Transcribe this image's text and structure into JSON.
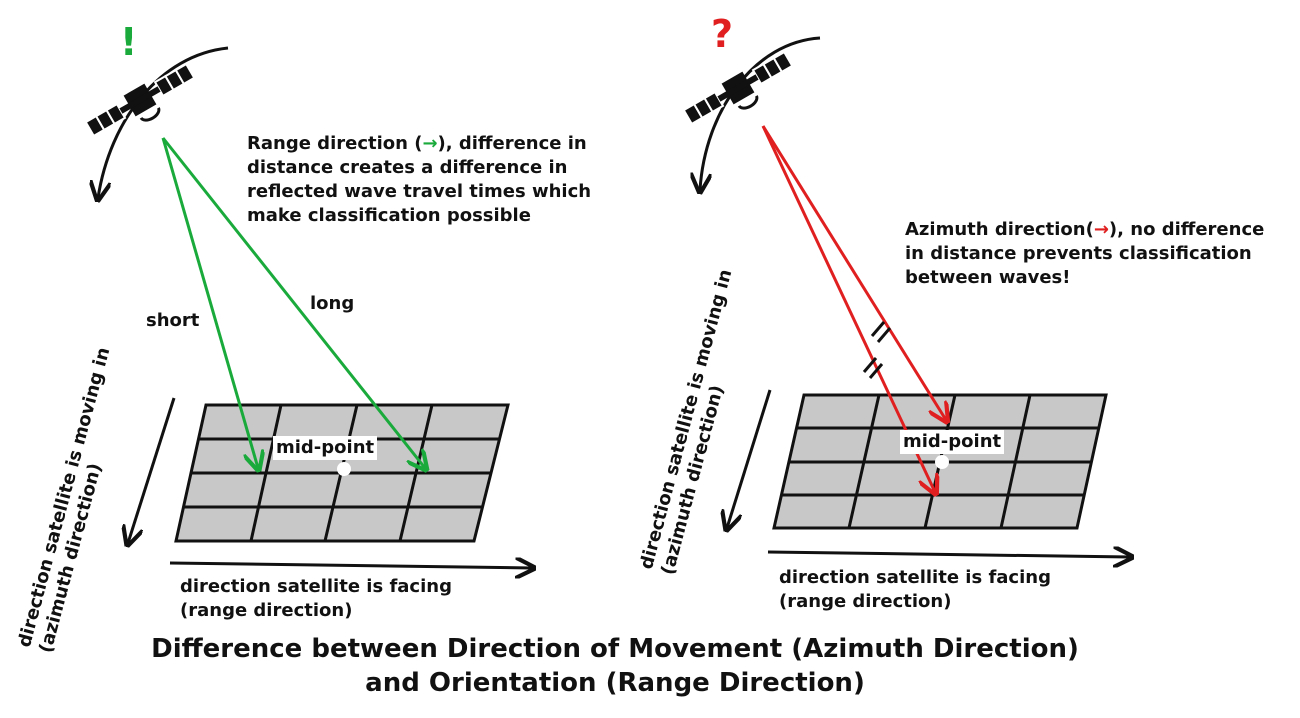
{
  "left": {
    "mark": "!",
    "mark_color": "#1aaa3c",
    "caption_lines": [
      "Range direction (→), difference in",
      "distance creates a difference in",
      "reflected wave travel times which",
      "make classification possible"
    ],
    "short_label": "short",
    "long_label": "long",
    "mid_label": "mid-point",
    "azimuth_lines": [
      "direction satellite is moving in",
      "(azimuth direction)"
    ],
    "range_lines": [
      "direction satellite is facing",
      "(range direction)"
    ]
  },
  "right": {
    "mark": "?",
    "mark_color": "#e02020",
    "caption_lines": [
      "Azimuth direction(→), no difference",
      "in distance prevents classification",
      "between waves!"
    ],
    "mid_label": "mid-point",
    "azimuth_lines": [
      "direction satellite is moving in",
      "(azimuth direction)"
    ],
    "range_lines": [
      "direction satellite is facing",
      "(range direction)"
    ]
  },
  "title_lines": [
    "Difference between Direction of Movement (Azimuth Direction)",
    "and Orientation (Range Direction)"
  ],
  "colors": {
    "green": "#1aaa3c",
    "red": "#e02020",
    "grid_fill": "#c8c8c8",
    "ink": "#111111"
  }
}
